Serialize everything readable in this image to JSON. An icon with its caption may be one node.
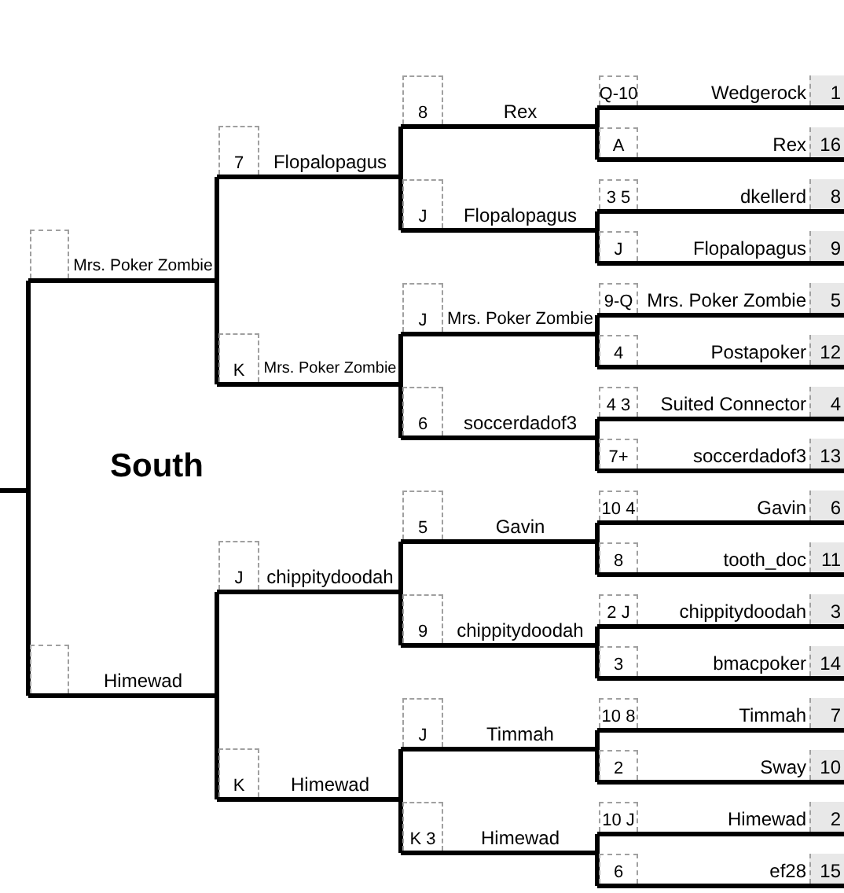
{
  "diagram": {
    "title": "South",
    "nodes": [
      {
        "text": [
          "Q-10",
          "Wedgerock",
          "1"
        ]
      },
      {
        "text": [
          "A",
          "Rex",
          "16"
        ]
      },
      {
        "text": [
          "3 5",
          "dkellerd",
          "8"
        ]
      },
      {
        "text": [
          "J",
          "Flopalopagus",
          "9"
        ]
      },
      {
        "text": [
          "9-Q",
          "Mrs. Poker Zombie",
          "5"
        ]
      },
      {
        "text": [
          "4",
          "Postapoker",
          "12"
        ]
      },
      {
        "text": [
          "4 3",
          "Suited Connector",
          "4"
        ]
      },
      {
        "text": [
          "7+",
          "soccerdadof3",
          "13"
        ]
      },
      {
        "text": [
          "10 4",
          "Gavin",
          "6"
        ]
      },
      {
        "text": [
          "8",
          "tooth_doc",
          "11"
        ]
      },
      {
        "text": [
          "2 J",
          "chippitydoodah",
          "3"
        ]
      },
      {
        "text": [
          "3",
          "bmacpoker",
          "14"
        ]
      },
      {
        "text": [
          "10 8",
          "Timmah",
          "7"
        ]
      },
      {
        "text": [
          "2",
          "Sway",
          "10"
        ]
      },
      {
        "text": [
          "10 J",
          "Himewad",
          "2"
        ]
      },
      {
        "text": [
          "6",
          "ef28",
          "15"
        ]
      },
      {
        "text": [
          "8",
          "Rex"
        ]
      },
      {
        "text": [
          "J",
          "Flopalopagus"
        ]
      },
      {
        "text": [
          "J",
          "Mrs. Poker Zombie"
        ]
      },
      {
        "text": [
          "6",
          "soccerdadof3"
        ]
      },
      {
        "text": [
          "5",
          "Gavin"
        ]
      },
      {
        "text": [
          "9",
          "chippitydoodah"
        ]
      },
      {
        "text": [
          "J",
          "Timmah"
        ]
      },
      {
        "text": [
          "K 3",
          "Himewad"
        ]
      },
      {
        "text": [
          "7",
          "Flopalopagus"
        ]
      },
      {
        "text": [
          "K",
          "Mrs. Poker Zombie"
        ]
      },
      {
        "text": [
          "J",
          "chippitydoodah"
        ]
      },
      {
        "text": [
          "K",
          "Himewad"
        ]
      },
      {
        "text": [
          "Mrs. Poker Zombie"
        ]
      },
      {
        "text": [
          "Himewad"
        ]
      }
    ],
    "edges": [
      {
        "from": 0,
        "to": 16,
        "arrow": "none"
      },
      {
        "from": 1,
        "to": 16,
        "arrow": "none"
      },
      {
        "from": 2,
        "to": 17,
        "arrow": "none"
      },
      {
        "from": 3,
        "to": 17,
        "arrow": "none"
      },
      {
        "from": 4,
        "to": 18,
        "arrow": "none"
      },
      {
        "from": 5,
        "to": 18,
        "arrow": "none"
      },
      {
        "from": 6,
        "to": 19,
        "arrow": "none"
      },
      {
        "from": 7,
        "to": 19,
        "arrow": "none"
      },
      {
        "from": 8,
        "to": 20,
        "arrow": "none"
      },
      {
        "from": 9,
        "to": 20,
        "arrow": "none"
      },
      {
        "from": 10,
        "to": 21,
        "arrow": "none"
      },
      {
        "from": 11,
        "to": 21,
        "arrow": "none"
      },
      {
        "from": 12,
        "to": 22,
        "arrow": "none"
      },
      {
        "from": 13,
        "to": 22,
        "arrow": "none"
      },
      {
        "from": 14,
        "to": 23,
        "arrow": "none"
      },
      {
        "from": 15,
        "to": 23,
        "arrow": "none"
      },
      {
        "from": 16,
        "to": 24,
        "arrow": "none"
      },
      {
        "from": 17,
        "to": 24,
        "arrow": "none"
      },
      {
        "from": 18,
        "to": 25,
        "arrow": "none"
      },
      {
        "from": 19,
        "to": 25,
        "arrow": "none"
      },
      {
        "from": 20,
        "to": 26,
        "arrow": "none"
      },
      {
        "from": 21,
        "to": 26,
        "arrow": "none"
      },
      {
        "from": 22,
        "to": 27,
        "arrow": "none"
      },
      {
        "from": 23,
        "to": 27,
        "arrow": "none"
      },
      {
        "from": 24,
        "to": 28,
        "arrow": "none"
      },
      {
        "from": 25,
        "to": 28,
        "arrow": "none"
      },
      {
        "from": 26,
        "to": 29,
        "arrow": "none"
      },
      {
        "from": 27,
        "to": 29,
        "arrow": "none"
      },
      {
        "from": 28,
        "to": null,
        "arrow": "none"
      },
      {
        "from": 29,
        "to": null,
        "arrow": "none"
      }
    ]
  }
}
